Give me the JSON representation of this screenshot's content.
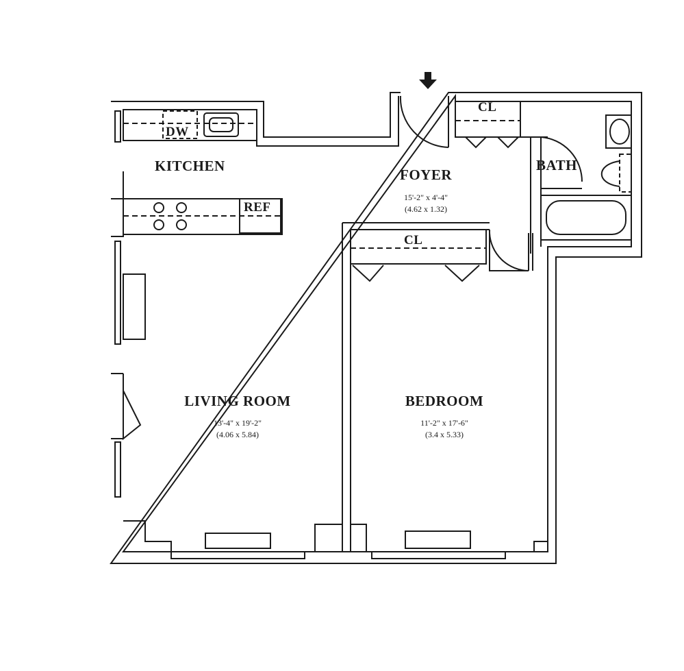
{
  "plan": {
    "rooms": [
      {
        "name": "KITCHEN"
      },
      {
        "name": "FOYER",
        "dim_imperial": "15'-2\" x 4'-4\"",
        "dim_metric": "(4.62 x 1.32)"
      },
      {
        "name": "BATH"
      },
      {
        "name": "LIVING ROOM",
        "dim_imperial": "13'-4\" x 19'-2\"",
        "dim_metric": "(4.06 x 5.84)"
      },
      {
        "name": "BEDROOM",
        "dim_imperial": "11'-2\" x 17'-6\"",
        "dim_metric": "(3.4 x 5.33)"
      }
    ],
    "fixtures": {
      "dishwasher": "DW",
      "refrigerator": "REF",
      "foyer_closet": "CL",
      "bedroom_closet": "CL"
    },
    "icons": {
      "entrance": "entrance-arrow-icon"
    },
    "colors": {
      "ink": "#1a1a1a",
      "paper": "#ffffff"
    }
  }
}
